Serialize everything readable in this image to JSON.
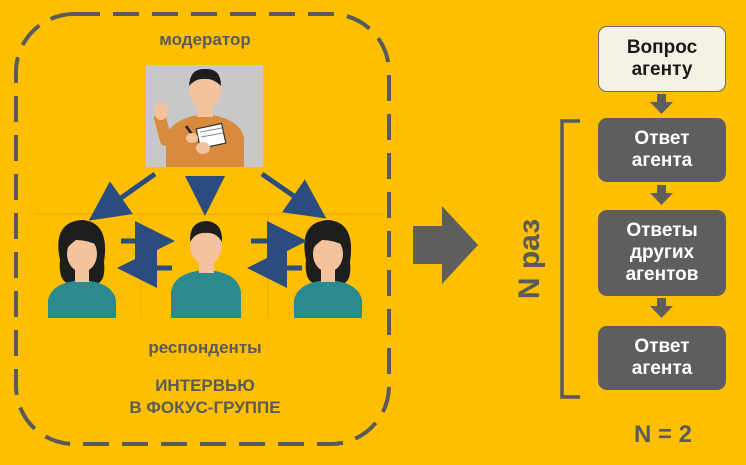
{
  "left": {
    "moderator_label": "модератор",
    "respondents_label": "респонденты",
    "caption_line1": "ИНТЕРВЬЮ",
    "caption_line2": "В ФОКУС-ГРУППЕ"
  },
  "right": {
    "question_box": "Вопрос\nагенту",
    "answer_box_1": "Ответ\nагента",
    "others_box": "Ответы\nдругих\nагентов",
    "answer_box_2": "Ответ\nагента",
    "repeat_label": "N раз",
    "n_label": "N = 2"
  },
  "colors": {
    "background": "#FDBF00",
    "arrow": "#2B4C7E",
    "dark_box": "#5E5E5E",
    "light_box": "#F5F1E4",
    "woman_hair": "#1E1E1E",
    "shirt": "#2A8A8E",
    "moderator_shirt": "#D88A3E"
  },
  "icons": [
    "moderator-illustration",
    "woman-respondent-icon",
    "man-respondent-icon",
    "big-right-arrow-icon"
  ]
}
